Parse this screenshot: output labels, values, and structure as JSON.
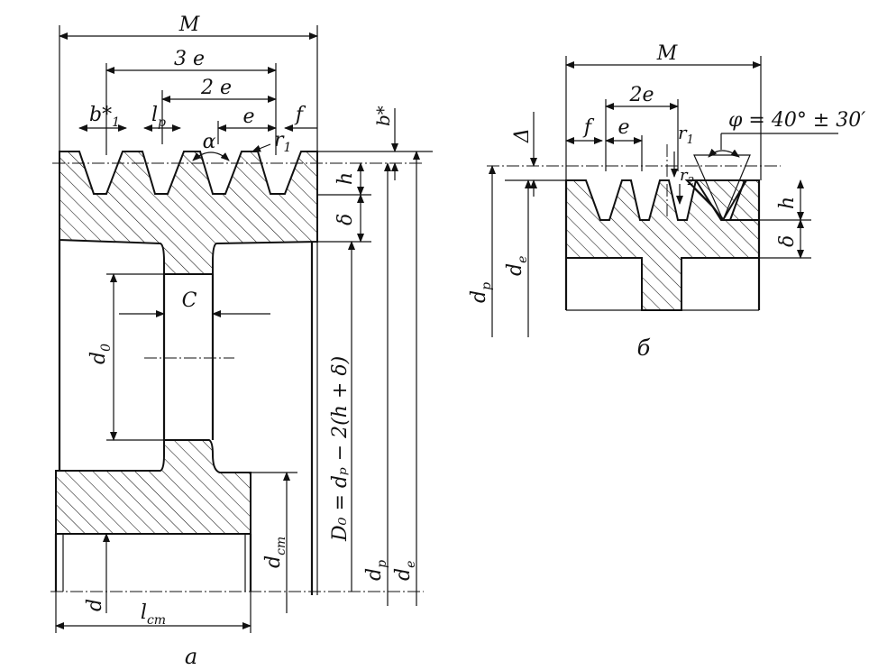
{
  "figure_a": {
    "caption": "а",
    "dim_M": "M",
    "dim_3e": "3 e",
    "dim_2e": "2 e",
    "dim_e": "e",
    "dim_f": "f",
    "dim_b1": "b*",
    "dim_b1_sub": "1",
    "dim_lp": "l",
    "dim_lp_sub": "p",
    "dim_alpha": "α",
    "dim_r1": "r",
    "dim_r1_sub": "1",
    "dim_bstar": "b*",
    "dim_h": "h",
    "dim_delta": "δ",
    "dim_C": "C",
    "dim_d0": "d",
    "dim_d0_sub": "0",
    "dim_D0_formula": "D₀ = dₚ − 2(h + δ)",
    "dim_dct": "d",
    "dim_dct_sub": "ст",
    "dim_dp": "d",
    "dim_dp_sub": "p",
    "dim_de": "d",
    "dim_de_sub": "e",
    "dim_d": "d",
    "dim_lct": "l",
    "dim_lct_sub": "ст"
  },
  "figure_b": {
    "caption": "б",
    "dim_M": "M",
    "dim_2e": "2e",
    "dim_f": "f",
    "dim_e": "e",
    "dim_Delta": "Δ",
    "dim_r1": "r",
    "dim_r1_sub": "1",
    "dim_r2": "r",
    "dim_r2_sub": "2",
    "dim_phi": "φ = 40° ± 30′",
    "dim_h": "h",
    "dim_delta": "δ",
    "dim_dp": "d",
    "dim_dp_sub": "p",
    "dim_de": "d",
    "dim_de_sub": "e"
  }
}
